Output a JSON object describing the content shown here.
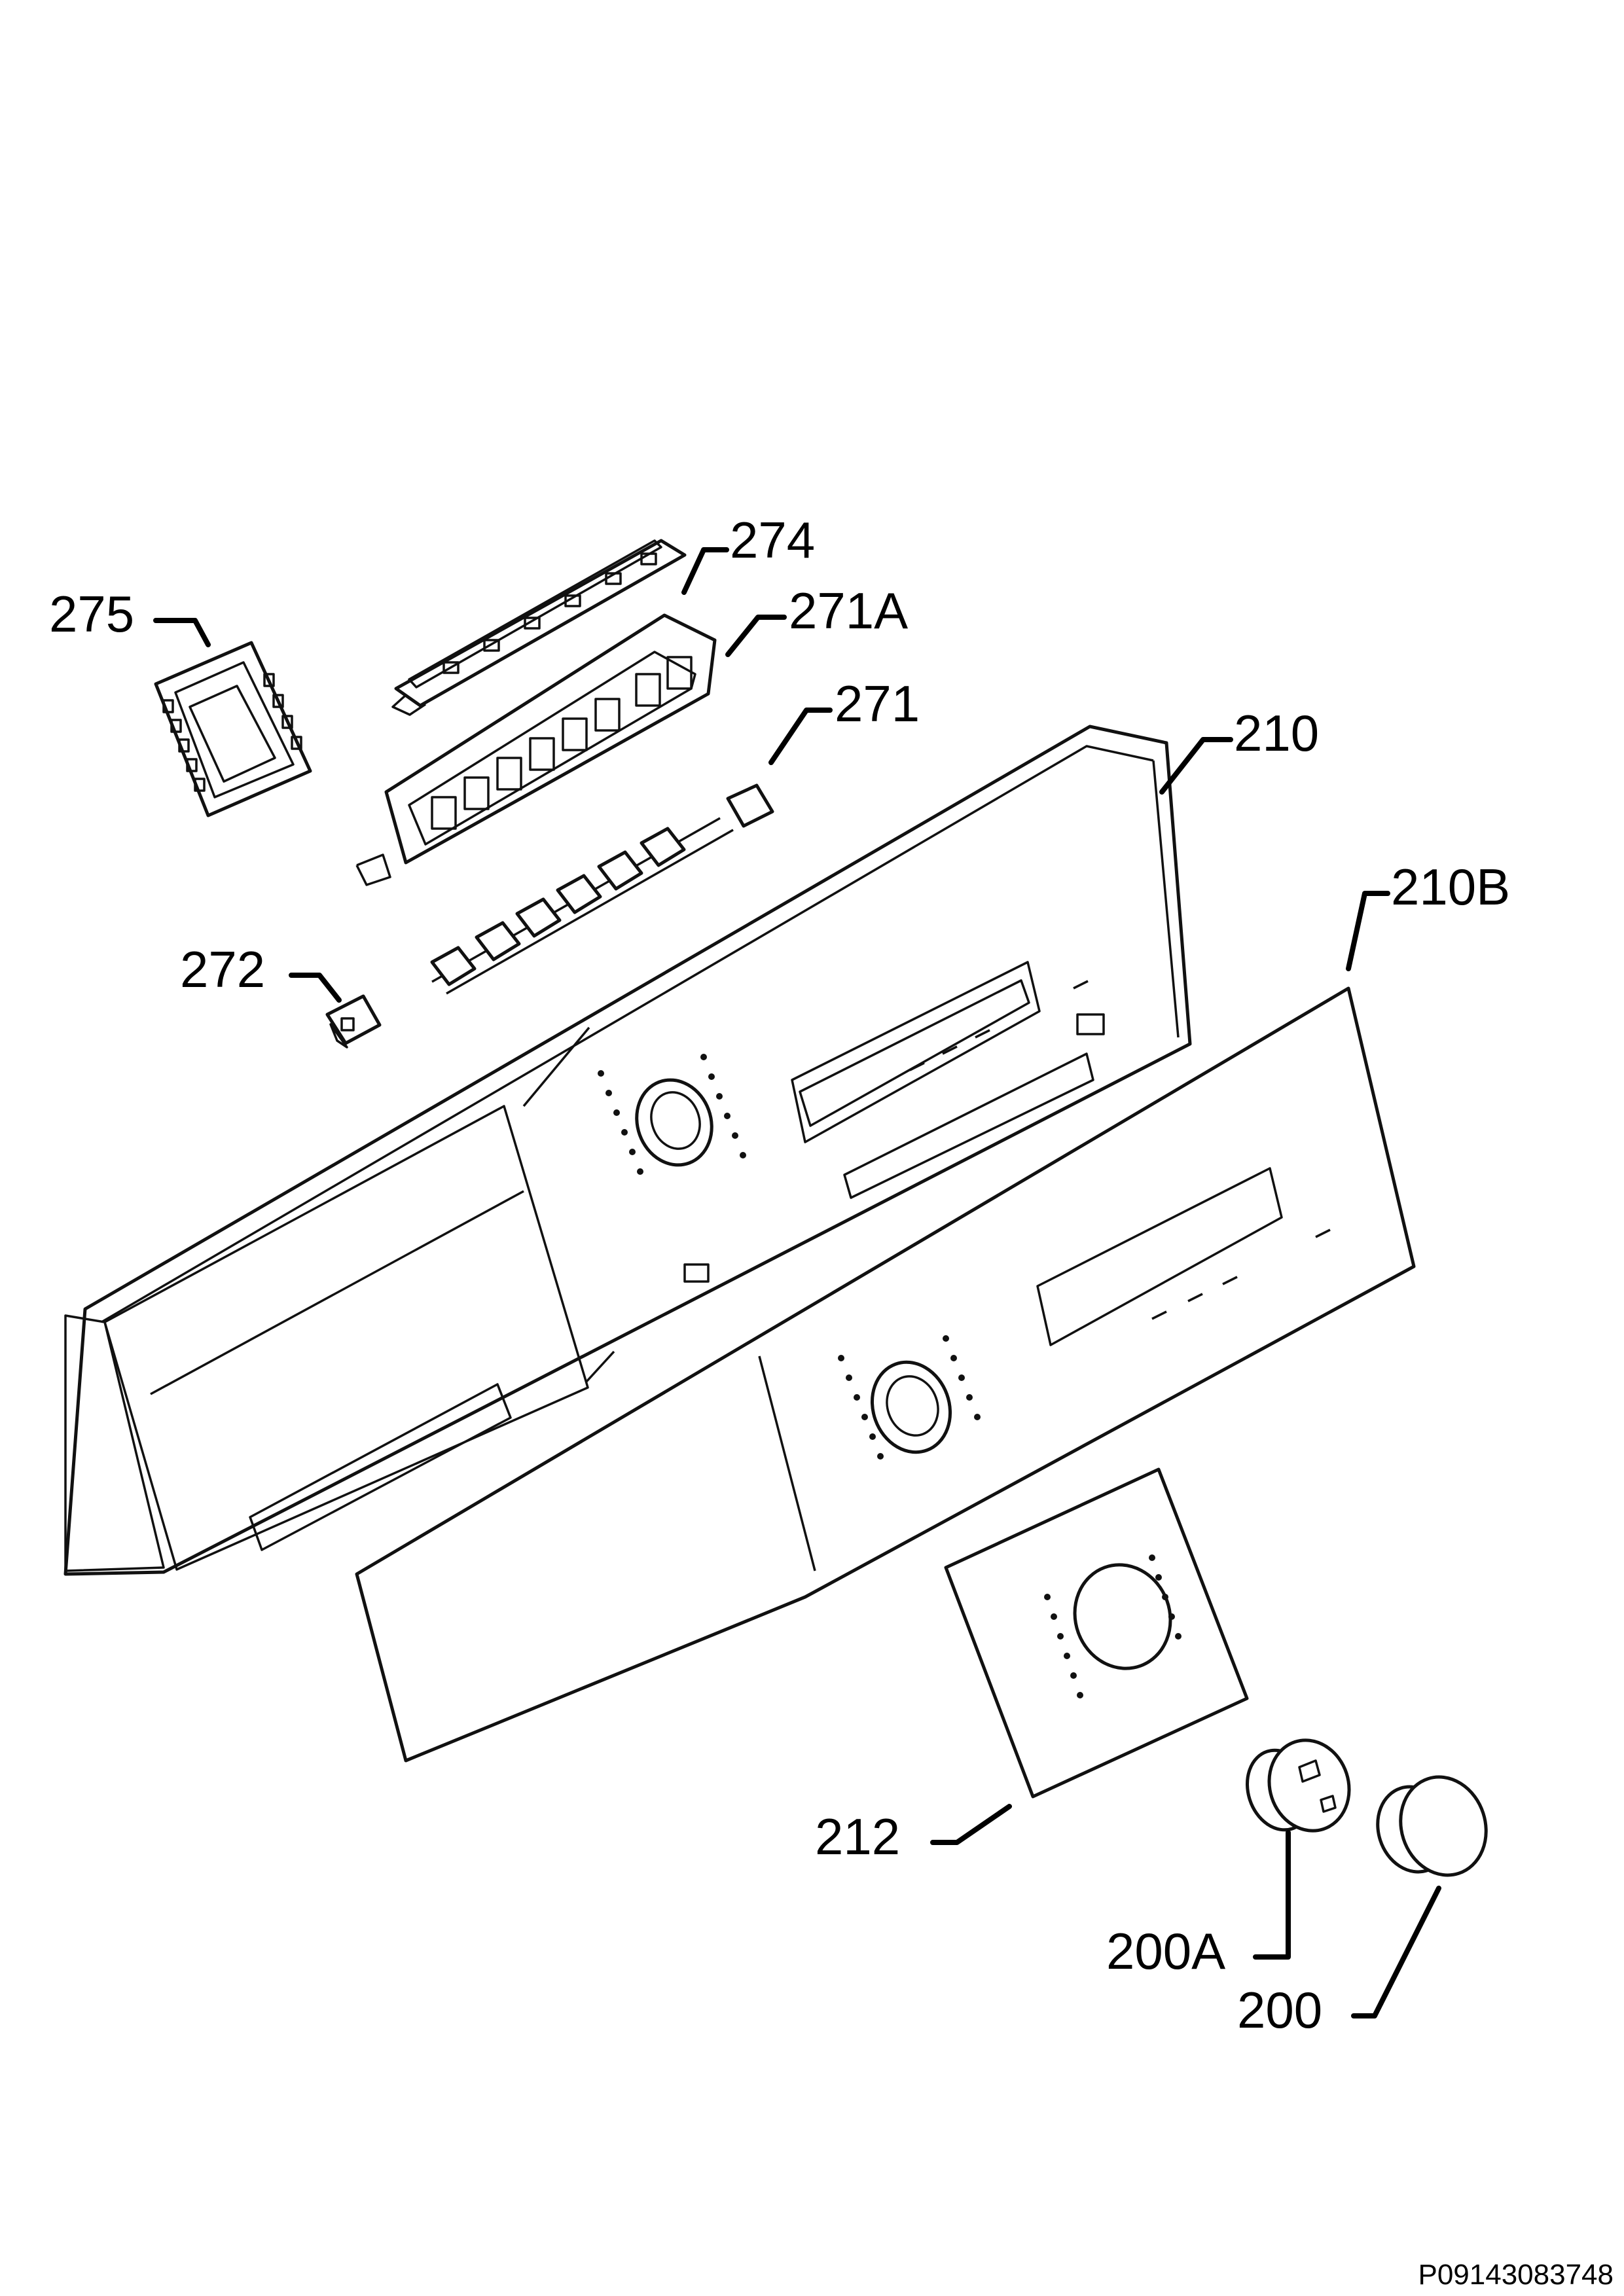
{
  "diagram": {
    "labels": [
      {
        "id": "274",
        "text": "274"
      },
      {
        "id": "275",
        "text": "275"
      },
      {
        "id": "271A",
        "text": "271A"
      },
      {
        "id": "271",
        "text": "271"
      },
      {
        "id": "210",
        "text": "210"
      },
      {
        "id": "210B",
        "text": "210B"
      },
      {
        "id": "272",
        "text": "272"
      },
      {
        "id": "212",
        "text": "212"
      },
      {
        "id": "200A",
        "text": "200A"
      },
      {
        "id": "200",
        "text": "200"
      }
    ],
    "reference_code": "P09143083748"
  }
}
